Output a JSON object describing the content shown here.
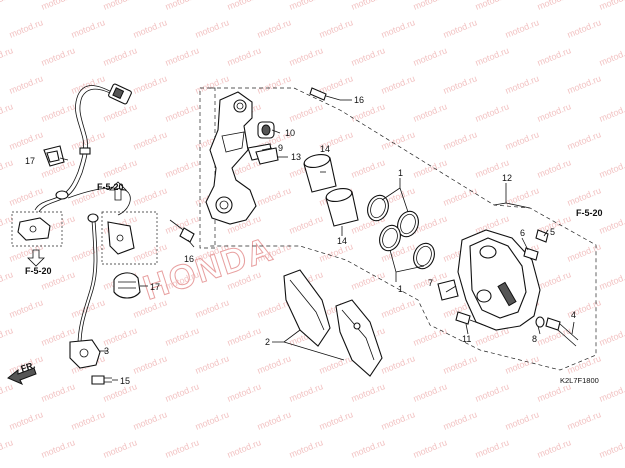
{
  "watermark": "motod.ru",
  "brand_watermark": "HONDA",
  "diagram_code": "K2L7F1800",
  "front_marker": "FR.",
  "refs": [
    "F-5-20",
    "F-5-20",
    "F-5-20"
  ],
  "callouts": [
    "1",
    "1",
    "2",
    "3",
    "4",
    "5",
    "6",
    "7",
    "8",
    "9",
    "10",
    "11",
    "12",
    "13",
    "14",
    "14",
    "15",
    "16",
    "16",
    "17",
    "17"
  ]
}
